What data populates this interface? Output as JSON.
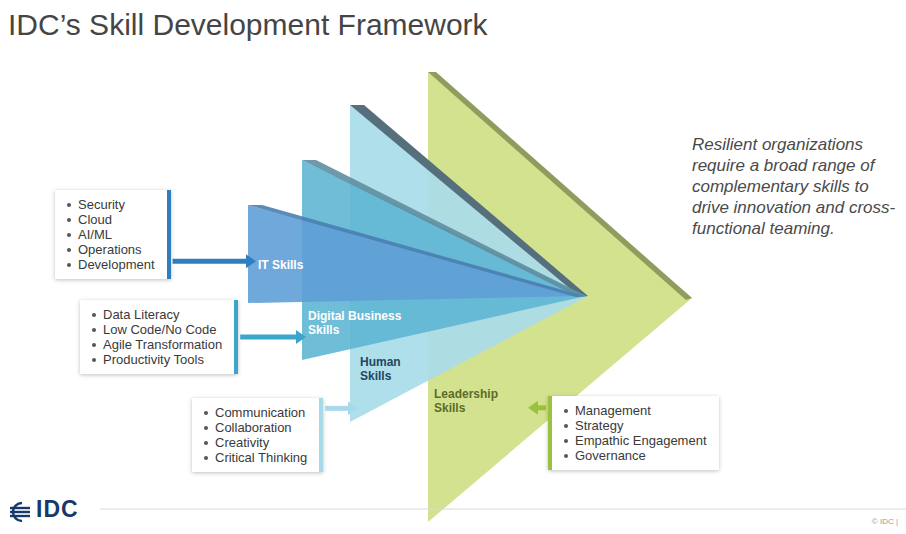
{
  "diagram": {
    "title": "IDC’s Skill Development Framework",
    "nodes": [
      {
        "text": [
          "Security",
          "Cloud",
          "AI/ML",
          "Operations",
          "Development"
        ]
      },
      {
        "text": [
          "IT Skills"
        ]
      },
      {
        "text": [
          "Data Literacy",
          "Low Code/No Code",
          "Agile Transformation",
          "Productivity Tools"
        ]
      },
      {
        "text": [
          "Digital Business Skills"
        ]
      },
      {
        "text": [
          "Communication",
          "Collaboration",
          "Creativity",
          "Critical Thinking"
        ]
      },
      {
        "text": [
          "Human Skills"
        ]
      },
      {
        "text": [
          "Leadership Skills"
        ]
      },
      {
        "text": [
          "Management",
          "Strategy",
          "Empathic Engagement",
          "Governance"
        ]
      }
    ],
    "edges": [
      {
        "from": 0,
        "to": 1,
        "arrow": "to"
      },
      {
        "from": 2,
        "to": 3,
        "arrow": "to"
      },
      {
        "from": 4,
        "to": 5,
        "arrow": "to"
      },
      {
        "from": 7,
        "to": 6,
        "arrow": "to"
      }
    ],
    "labels": [
      "Resilient organizations require a broad range of complementary skills to drive innovation and cross-functional teaming.",
      "IDC",
      "© IDC |"
    ]
  }
}
